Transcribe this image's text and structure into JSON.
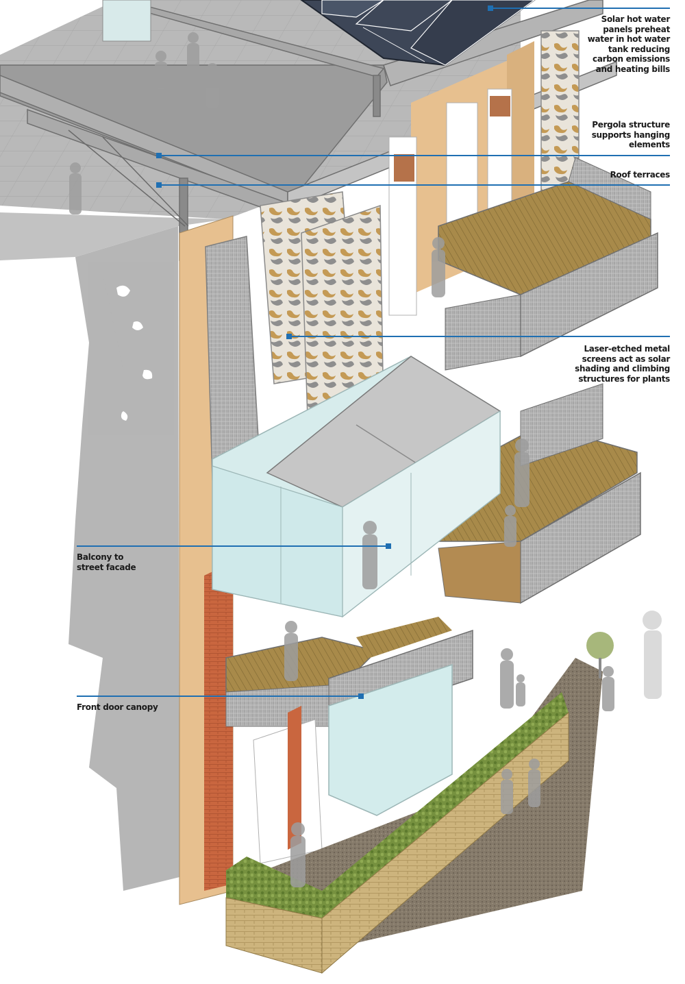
{
  "annotations": [
    {
      "id": "solar",
      "lines": [
        "Solar hot water",
        "panels preheat",
        "water in hot water",
        "tank reducing",
        "carbon emissions",
        "and heating bills"
      ]
    },
    {
      "id": "pergola",
      "lines": [
        "Pergola structure",
        "supports hanging",
        "elements"
      ]
    },
    {
      "id": "roof",
      "lines": [
        "Roof terraces"
      ]
    },
    {
      "id": "screens",
      "lines": [
        "Laser-etched metal",
        "screens act as solar",
        "shading and climbing",
        "structures for plants"
      ]
    },
    {
      "id": "balcony",
      "lines": [
        "Balcony to",
        "street facade"
      ]
    },
    {
      "id": "canopy",
      "lines": [
        "Front door canopy"
      ]
    }
  ],
  "colors": {
    "leader": "#1f6fb2",
    "brick": "#c9663f",
    "sandstone": "#e7c08f",
    "timber": "#a88a4a",
    "glass": "#cfe9ea",
    "concrete": "#bcbcbc",
    "shadow": "#a9a9a9",
    "hedge": "#6f8a3a"
  }
}
